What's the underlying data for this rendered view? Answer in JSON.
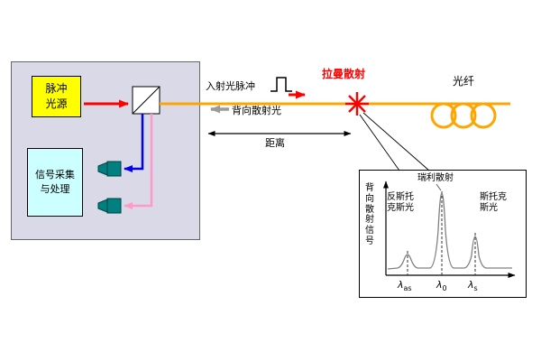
{
  "colors": {
    "enclosure_fill": "#d9d9e8",
    "pulse_source_fill": "#ffff00",
    "signal_box_fill": "#ccffff",
    "beam_red": "#ff0000",
    "beam_blue": "#0000ee",
    "beam_pink": "#ff9ac8",
    "fiber_orange": "#ffa500",
    "detector_teal": "#008080",
    "backscatter_gray": "#9a9a9a"
  },
  "diagram": {
    "pulse_source_label": "脉冲光源",
    "signal_processing_label": "信号采集与处理",
    "incident_pulse_label": "入射光脉冲",
    "backscatter_label": "背向散射光",
    "raman_label": "拉曼散射",
    "fiber_label": "光纤",
    "distance_label": "距离"
  },
  "chart_data": {
    "type": "line",
    "description": "背向散射光谱：波长轴上的三个峰",
    "ylabel": "背向散射信号",
    "xlabel": "",
    "grid": false,
    "peaks": [
      {
        "label": "反斯托克斯光",
        "tick_sym": "λ",
        "tick_sub": "as",
        "relative_height": 0.2
      },
      {
        "label": "瑞利散射",
        "tick_sym": "λ",
        "tick_sub": "0",
        "relative_height": 1.0
      },
      {
        "label": "斯托克斯光",
        "tick_sym": "λ",
        "tick_sub": "s",
        "relative_height": 0.45
      }
    ]
  }
}
